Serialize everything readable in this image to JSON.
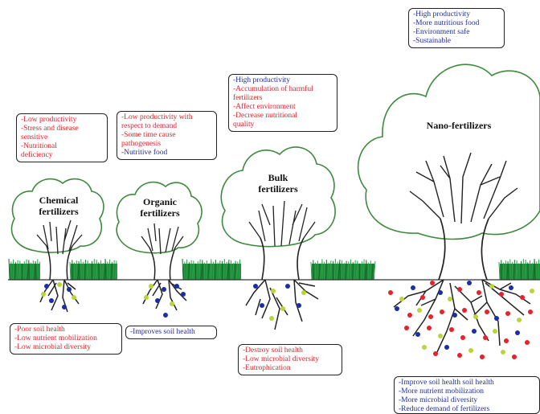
{
  "trees": [
    {
      "name": "Chemical\nfertilizers"
    },
    {
      "name": "Organic\nfertilizers"
    },
    {
      "name": "Bulk\nfertilizers"
    },
    {
      "name": "Nano-fertilizers"
    }
  ],
  "boxes": {
    "chemical_top": [
      {
        "text": "-Low productivity",
        "color": "red"
      },
      {
        "text": "-Stress and disease",
        "color": "red"
      },
      {
        "text": "sensitive",
        "color": "red"
      },
      {
        "text": "-Nutritional",
        "color": "red"
      },
      {
        "text": "deficiency",
        "color": "red"
      }
    ],
    "organic_top": [
      {
        "text": "-Low productivity with",
        "color": "red"
      },
      {
        "text": "respect to demand",
        "color": "red"
      },
      {
        "text": "-Some time cause",
        "color": "red"
      },
      {
        "text": "pathogenesis",
        "color": "red"
      },
      {
        "text": "-Nutritive food",
        "color": "blue"
      }
    ],
    "bulk_top": [
      {
        "text": "-High productivity",
        "color": "blue"
      },
      {
        "text": "-Accumulation of harmful",
        "color": "red"
      },
      {
        "text": "fertilizers",
        "color": "red"
      },
      {
        "text": "-Affect environment",
        "color": "red"
      },
      {
        "text": "-Decrease nutritional",
        "color": "red"
      },
      {
        "text": "quality",
        "color": "red"
      }
    ],
    "nano_top": [
      {
        "text": "-High productivity",
        "color": "blue"
      },
      {
        "text": "-More nutritious food",
        "color": "blue"
      },
      {
        "text": "-Environment safe",
        "color": "blue"
      },
      {
        "text": "-Sustainable",
        "color": "blue"
      }
    ],
    "chemical_bottom": [
      {
        "text": "-Poor soil health",
        "color": "red"
      },
      {
        "text": "-Low nutrient mobilization",
        "color": "red"
      },
      {
        "text": "-Low microbial diversity",
        "color": "red"
      }
    ],
    "organic_bottom": [
      {
        "text": "-Improves soil health",
        "color": "blue"
      }
    ],
    "bulk_bottom": [
      {
        "text": "-Destroy soil health",
        "color": "red"
      },
      {
        "text": "-Low microbial diversity",
        "color": "red"
      },
      {
        "text": "-Eutrophication",
        "color": "red"
      }
    ],
    "nano_bottom": [
      {
        "text": "-Improve soil health soil health",
        "color": "blue"
      },
      {
        "text": "-More nutrient mobilization",
        "color": "blue"
      },
      {
        "text": "-More microbial diversity",
        "color": "blue"
      },
      {
        "text": "-Reduce demand of fertilizers",
        "color": "blue"
      }
    ]
  },
  "colors": {
    "red_text": "#e0242b",
    "blue_text": "#1f2f9e",
    "grass": "#1f8a3a",
    "crown_outline": "#3d8a3d",
    "trunk": "#222222",
    "particle_red": "#e8212b",
    "particle_blue": "#1a2ea8",
    "particle_green": "#b8d63a"
  }
}
